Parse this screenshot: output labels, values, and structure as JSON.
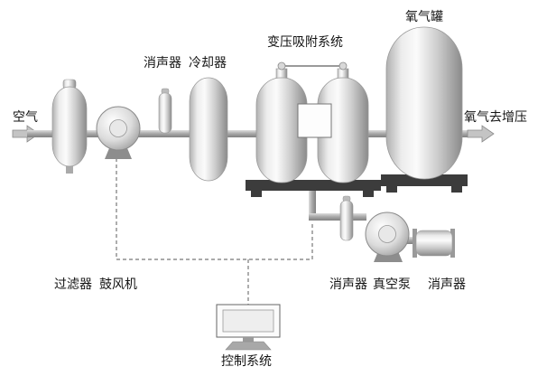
{
  "labels": {
    "air": "空气",
    "filter": "过滤器",
    "blower": "鼓风机",
    "muffler_top": "消声器",
    "cooler": "冷却器",
    "psa_system": "变压吸附系统",
    "oxygen_tank": "氧气罐",
    "oxygen_out": "氧气去增压",
    "muffler_vacuum": "消声器",
    "vacuum_pump": "真空泵",
    "muffler_exhaust": "消声器",
    "control_system": "控制系统"
  },
  "colors": {
    "background": "#ffffff",
    "base_dark": "#3c3c3c",
    "metal_light": "#fbfbfb",
    "metal_dark": "#8a8a8a",
    "pipe": "#ababab",
    "text": "#141414",
    "dashed_line": "#777777"
  }
}
